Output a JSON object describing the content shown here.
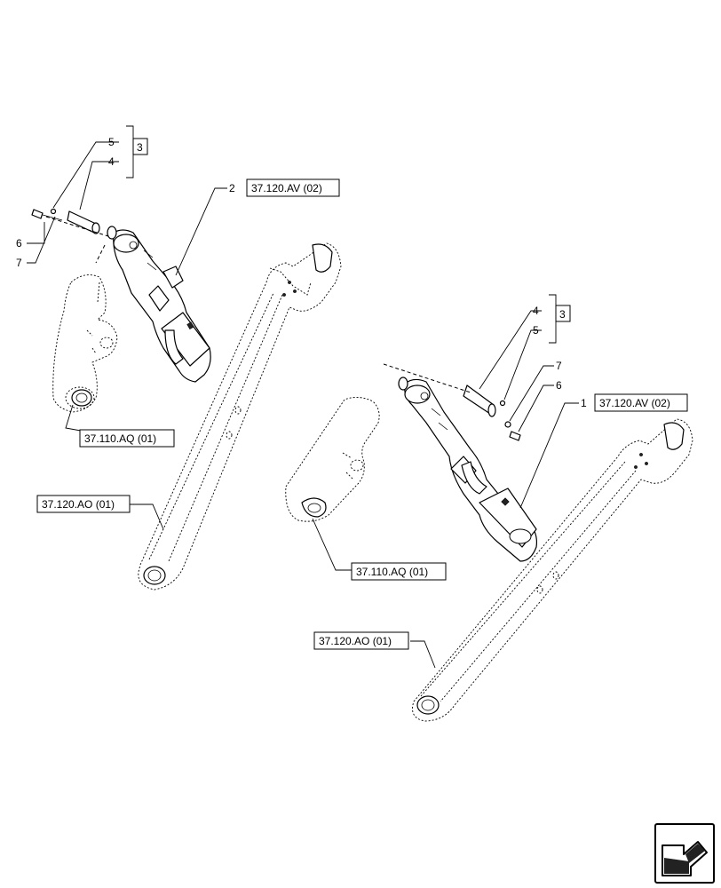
{
  "callouts": {
    "left_5": "5",
    "left_4": "4",
    "left_6": "6",
    "left_7": "7",
    "left_2": "2",
    "right_4": "4",
    "right_5": "5",
    "right_7": "7",
    "right_6": "6",
    "right_1": "1"
  },
  "group_refs": {
    "left_group": "3",
    "right_group": "3"
  },
  "references": {
    "left_top_link": "37.120.AV (02)",
    "left_lift_arm": "37.110.AQ (01)",
    "left_lower_link": "37.120.AO (01)",
    "right_top_link": "37.120.AV (02)",
    "right_lift_arm": "37.110.AQ (01)",
    "right_lower_link": "37.120.AO (01)"
  },
  "navigation": {
    "next_page_icon": "arrow-next-page-icon"
  }
}
